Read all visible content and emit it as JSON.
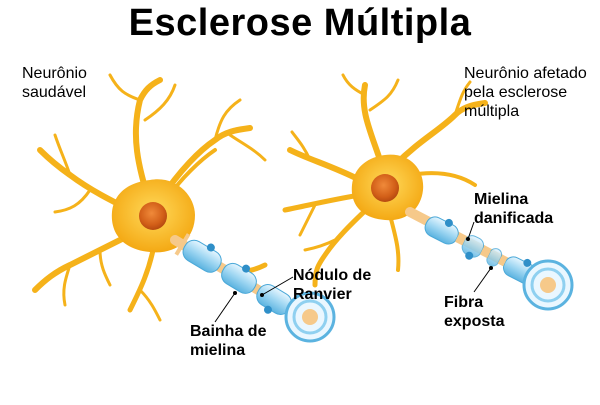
{
  "title": "Esclerose Múltipla",
  "labels": {
    "healthy_neuron": [
      "Neurônio",
      "saudável"
    ],
    "affected_neuron": [
      "Neurônio afetado",
      "pela esclerose",
      "múltipla"
    ],
    "node_of_ranvier": [
      "Nódulo de",
      "Ranvier"
    ],
    "myelin_sheath": [
      "Bainha de",
      "mielina"
    ],
    "damaged_myelin": [
      "Mielina",
      "danificada"
    ],
    "exposed_fiber": [
      "Fibra",
      "exposta"
    ]
  },
  "colors": {
    "neuron_body": "#f5b21a",
    "neuron_light": "#ffd24a",
    "nucleus": "#d9661a",
    "myelin": "#a8dcf5",
    "myelin_dark": "#4aa8d8",
    "axon_fiber": "#f6c98a",
    "schwann_nucleus": "#2f8fc8"
  }
}
